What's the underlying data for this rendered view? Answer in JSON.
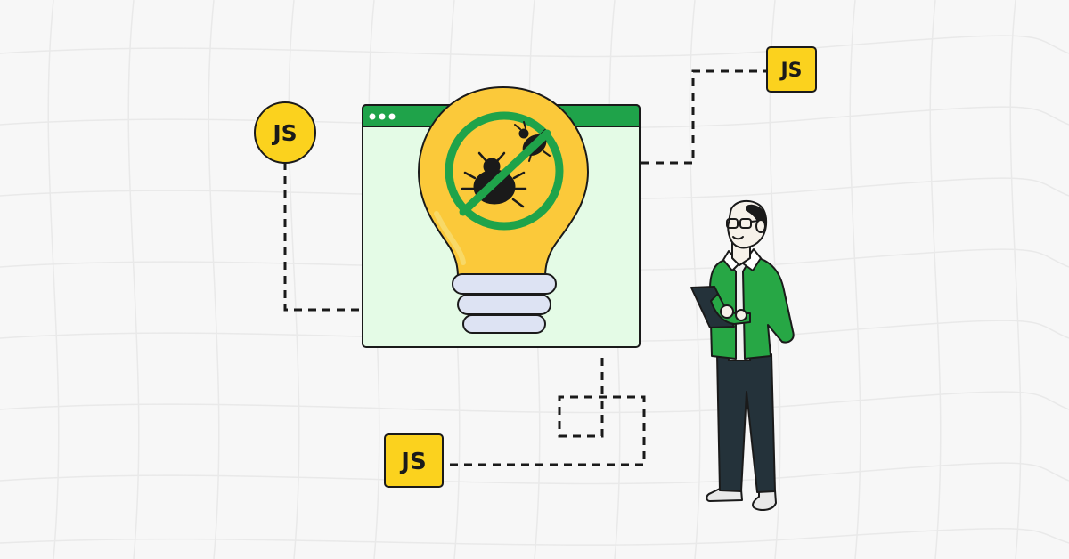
{
  "badges": {
    "circle": "JS",
    "top_right": "JS",
    "bottom_left": "JS"
  },
  "colors": {
    "background": "#f7f7f7",
    "grid": "#e9e9e9",
    "js_yellow": "#fbd21e",
    "bulb_yellow": "#fbc93a",
    "browser_green": "#1fa34a",
    "browser_body": "#e4fbe6",
    "bulb_base": "#dde3f3",
    "jacket_green": "#27a745",
    "pants": "#24323a",
    "outline": "#1a1a1a"
  },
  "icons": {
    "bulb": "lightbulb-icon",
    "no_bug": "no-bug-icon",
    "window": "browser-window-icon"
  }
}
